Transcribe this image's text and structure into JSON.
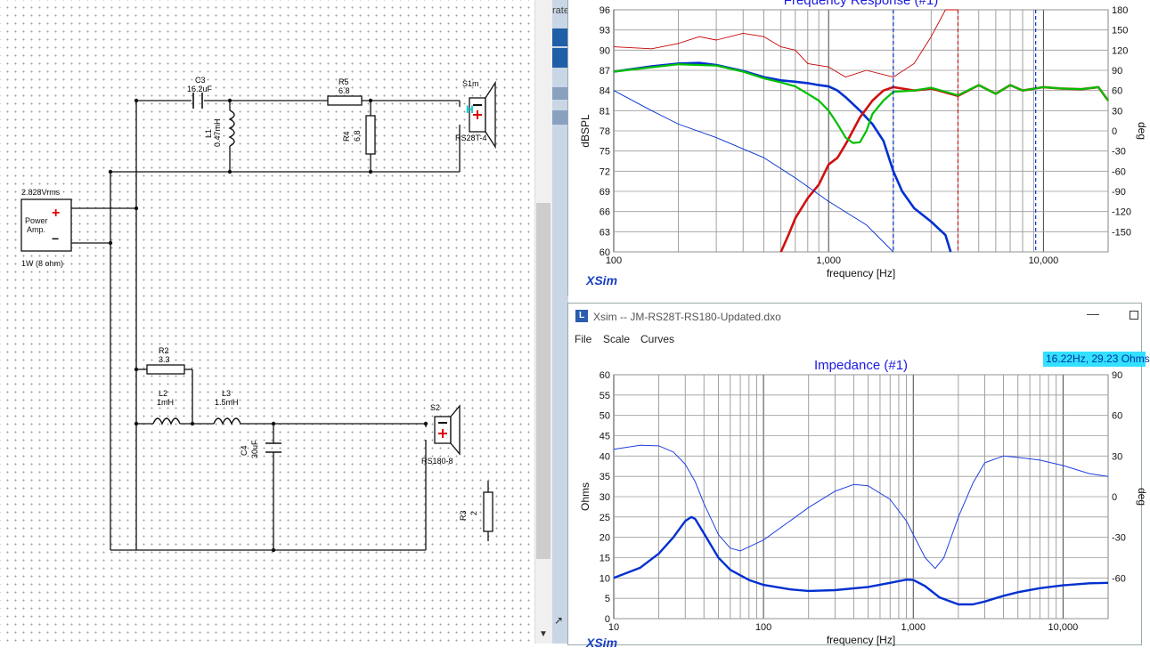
{
  "schematic": {
    "source": {
      "voltage": "2.828Vrms",
      "label_line1": "Power",
      "label_line2": "Amp.",
      "rating": "1W (8 ohm)",
      "plus": "+",
      "minus": "−"
    },
    "components": {
      "c3": {
        "name": "C3",
        "value": "16.2uF"
      },
      "l1": {
        "name": "L1",
        "value": "0.47mH"
      },
      "r5": {
        "name": "R5",
        "value": "6.8"
      },
      "r4": {
        "name": "R4",
        "value": "6.8"
      },
      "s1": {
        "name": "S1m",
        "model": "RS28T-4",
        "marker": "H"
      },
      "r2": {
        "name": "R2",
        "value": "3.3"
      },
      "l2": {
        "name": "L2",
        "value": "1mH"
      },
      "l3": {
        "name": "L3",
        "value": "1.5mH"
      },
      "c4": {
        "name": "C4",
        "value": "30uF"
      },
      "s2": {
        "name": "S2",
        "model": "RS180-8"
      },
      "r3": {
        "name": "R3",
        "value": "2"
      }
    }
  },
  "freq_window": {
    "title": "Frequency Response (#1)",
    "brand": "XSim",
    "partial_label": "rate",
    "chart_data": {
      "type": "line",
      "title": "Frequency Response (#1)",
      "xlabel": "frequency [Hz]",
      "ylabel_left": "dBSPL",
      "ylabel_right": "deg",
      "x_scale": "log",
      "xlim": [
        100,
        20000
      ],
      "ylim_left": [
        60,
        96
      ],
      "ylim_right": [
        -180,
        180
      ],
      "x_ticks": [
        "100",
        "1,000",
        "10,000"
      ],
      "y_ticks_left": [
        "96",
        "93",
        "90",
        "87",
        "84",
        "81",
        "78",
        "75",
        "72",
        "69",
        "66",
        "63",
        "60"
      ],
      "y_ticks_right": [
        "180",
        "150",
        "120",
        "90",
        "60",
        "30",
        "0",
        "-30",
        "-60",
        "-90",
        "-120",
        "-150"
      ],
      "colors": {
        "system": "#c80000",
        "woofer": "#0030d0",
        "tweeter": "#d01010",
        "target": "#00c000"
      },
      "series": [
        {
          "x": [
            100,
            150,
            200,
            250,
            300,
            400,
            500,
            600,
            700,
            800,
            900,
            1000,
            1100,
            1200,
            1400,
            1600,
            1800,
            2000,
            2200,
            2500,
            3000,
            3500,
            3700
          ],
          "y": [
            86.8,
            87.6,
            88.0,
            88.1,
            87.8,
            86.9,
            86.0,
            85.5,
            85.3,
            85.1,
            84.8,
            84.6,
            84.0,
            83.0,
            81.0,
            79.0,
            76.5,
            72.0,
            69.0,
            66.5,
            64.5,
            62.5,
            60.0
          ]
        },
        {
          "x": [
            600,
            650,
            700,
            800,
            900,
            1000,
            1100,
            1200,
            1400,
            1600,
            1800,
            2000,
            2500,
            3000,
            4000,
            5000,
            6000,
            7000,
            8000,
            10000,
            12000,
            15000,
            18000,
            20000
          ],
          "y": [
            60.0,
            62.5,
            65.0,
            68.0,
            70.0,
            73.0,
            74.0,
            76.0,
            80.0,
            82.5,
            84.0,
            84.5,
            84.0,
            84.3,
            83.2,
            84.8,
            83.5,
            84.8,
            84.0,
            84.5,
            84.3,
            84.2,
            84.5,
            82.5
          ]
        },
        {
          "x": [
            100,
            200,
            300,
            400,
            500,
            600,
            700,
            800,
            900,
            1000,
            1100,
            1200,
            1300,
            1400,
            1500,
            1600,
            1800,
            2000,
            2500,
            3000,
            4000,
            5000,
            6000,
            7000,
            8000,
            10000,
            12000,
            15000,
            18000,
            20000
          ],
          "y": [
            86.8,
            87.9,
            87.7,
            86.8,
            85.8,
            85.2,
            84.6,
            83.5,
            82.5,
            81.0,
            79.0,
            77.0,
            76.2,
            76.3,
            78.0,
            80.5,
            82.5,
            83.8,
            84.0,
            84.4,
            83.3,
            84.8,
            83.5,
            84.8,
            84.0,
            84.5,
            84.3,
            84.2,
            84.5,
            82.5
          ]
        },
        {
          "x": [
            100,
            150,
            200,
            300,
            500,
            700,
            1000,
            1500,
            2000
          ],
          "y": [
            84.0,
            81.0,
            79.0,
            77.0,
            74.0,
            71.0,
            67.5,
            64.0,
            60.0
          ]
        },
        {
          "x": [
            100,
            150,
            200,
            250,
            300,
            400,
            500,
            600,
            700,
            800,
            1000,
            1200,
            1500,
            2000,
            2500,
            3000,
            3500,
            4000
          ],
          "y": [
            90.5,
            90.2,
            91.0,
            92.0,
            91.5,
            92.5,
            92.0,
            90.5,
            90.0,
            88.0,
            87.5,
            86.0,
            87.0,
            86.0,
            88.0,
            92.0,
            96.0,
            96.0
          ]
        }
      ]
    }
  },
  "imp_window": {
    "title": "Xsim -- JM-RS28T-RS180-Updated.dxo",
    "menu": [
      "File",
      "Scale",
      "Curves"
    ],
    "readout": "16.22Hz, 29.23 Ohms",
    "brand": "XSim",
    "chart_data": {
      "type": "line",
      "title": "Impedance (#1)",
      "xlabel": "frequency [Hz]",
      "ylabel_left": "Ohms",
      "ylabel_right": "deg",
      "x_scale": "log",
      "xlim": [
        10,
        20000
      ],
      "ylim_left": [
        0,
        60
      ],
      "ylim_right": [
        -90,
        90
      ],
      "x_ticks": [
        "10",
        "100",
        "1,000",
        "10,000"
      ],
      "y_ticks_left": [
        "60",
        "55",
        "50",
        "45",
        "40",
        "35",
        "30",
        "25",
        "20",
        "15",
        "10",
        "5",
        "0"
      ],
      "y_ticks_right": [
        "90",
        "60",
        "30",
        "0",
        "-30",
        "-60"
      ],
      "colors": {
        "impedance": "#0030d0",
        "phase": "#2040e0"
      },
      "series": [
        {
          "name": "",
          "x": [
            10,
            15,
            20,
            25,
            30,
            33,
            35,
            40,
            50,
            60,
            80,
            100,
            150,
            200,
            300,
            500,
            700,
            900,
            1000,
            1200,
            1500,
            2000,
            2500,
            3000,
            4000,
            5000,
            7000,
            10000,
            15000,
            20000
          ],
          "y": [
            10.0,
            12.5,
            16.0,
            20.0,
            24.0,
            25.0,
            24.5,
            21.0,
            15.0,
            12.0,
            9.5,
            8.3,
            7.2,
            6.8,
            7.0,
            7.8,
            8.8,
            9.6,
            9.5,
            8.0,
            5.2,
            3.5,
            3.5,
            4.2,
            5.6,
            6.5,
            7.5,
            8.2,
            8.7,
            8.8
          ]
        },
        {
          "name": "",
          "x": [
            10,
            15,
            20,
            25,
            30,
            35,
            40,
            50,
            60,
            70,
            100,
            150,
            200,
            300,
            400,
            500,
            700,
            900,
            1000,
            1200,
            1400,
            1600,
            2000,
            2500,
            3000,
            4000,
            5000,
            7000,
            10000,
            15000,
            20000
          ],
          "y": [
            35.0,
            38.0,
            37.5,
            33.0,
            24.0,
            11.0,
            -5.0,
            -28.0,
            -38.0,
            -40.0,
            -32.0,
            -18.0,
            -8.0,
            4.0,
            9.0,
            8.0,
            -2.0,
            -18.0,
            -28.0,
            -45.0,
            -53.0,
            -45.0,
            -15.0,
            10.0,
            25.0,
            30.0,
            29.0,
            27.0,
            23.0,
            17.0,
            15.0
          ]
        }
      ]
    }
  }
}
